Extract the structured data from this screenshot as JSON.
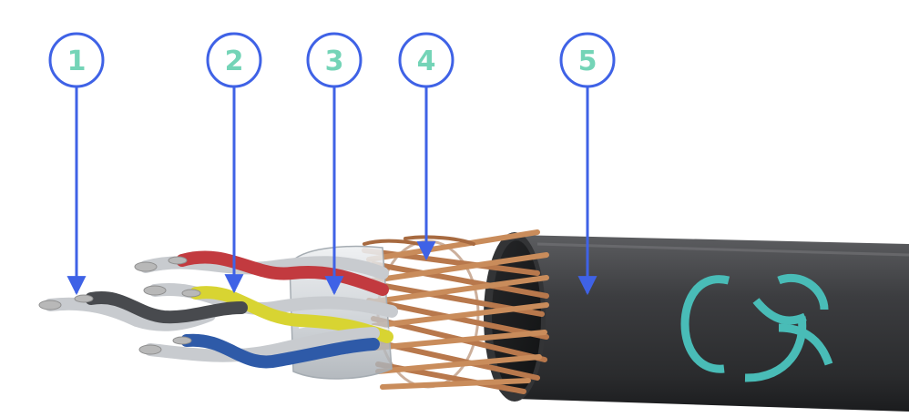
{
  "callouts": [
    {
      "number": "1"
    },
    {
      "number": "2"
    },
    {
      "number": "3"
    },
    {
      "number": "4"
    },
    {
      "number": "5"
    }
  ],
  "colors": {
    "callout_circle": "#3f62e6",
    "callout_number": "#74d4b7",
    "arrow": "#3f62e6",
    "jacket": "#3a3b3d",
    "braid": "#b8784c",
    "foil": "#d9dde1",
    "logo": "#49bcb7",
    "wire_red": "#c23a3f",
    "wire_yellow": "#d8d432",
    "wire_blue": "#2e5aa8",
    "wire_black": "#484a4e",
    "wire_white": "#c8cbcf",
    "copper_conductor": "#b8b8b8"
  },
  "icons": {
    "jacket_logo": "cable-brand-logo-icon"
  }
}
